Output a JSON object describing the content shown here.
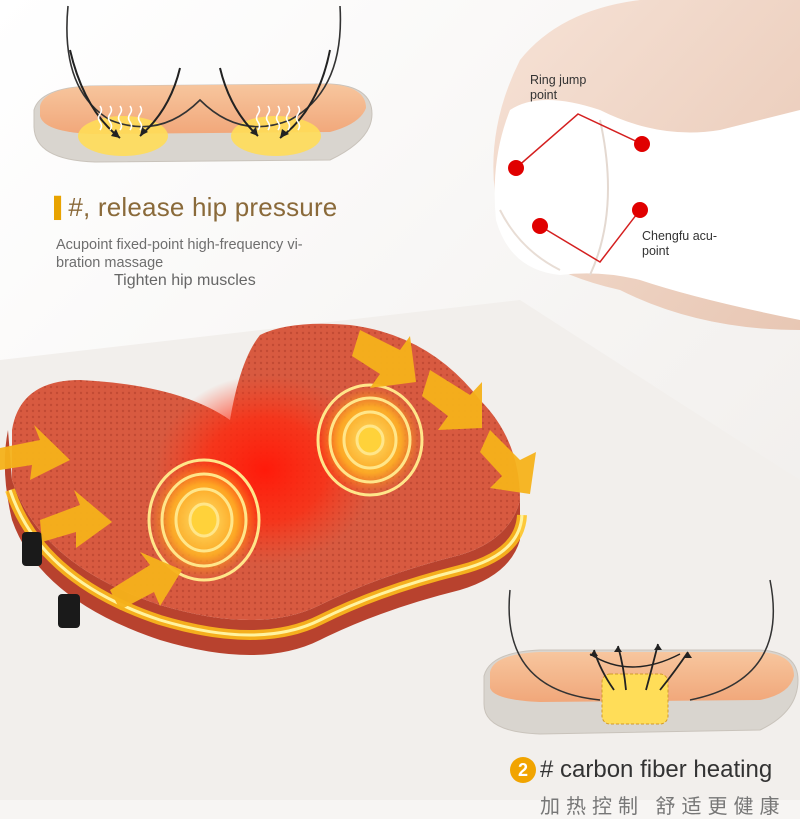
{
  "colors": {
    "accent_orange": "#f1a400",
    "heat_red": "#e12418",
    "cushion_red": "#d7503a",
    "headline_brown": "#8a6a3a",
    "acupoint_red": "#e00000"
  },
  "top_section": {
    "headline": "#, release hip pressure",
    "description": "Acupoint fixed-point high-frequency vi-\nbration massage",
    "subtext": "Tighten hip muscles"
  },
  "hip_diagram": {
    "callout_ring_jump": "Ring jump\npoint",
    "callout_chengfu": "Chengfu acu-\npoint"
  },
  "bottom_section": {
    "badge_number": "2",
    "headline": "# carbon fiber heating",
    "cut_off_text": "加热控制 舒适更健康"
  }
}
